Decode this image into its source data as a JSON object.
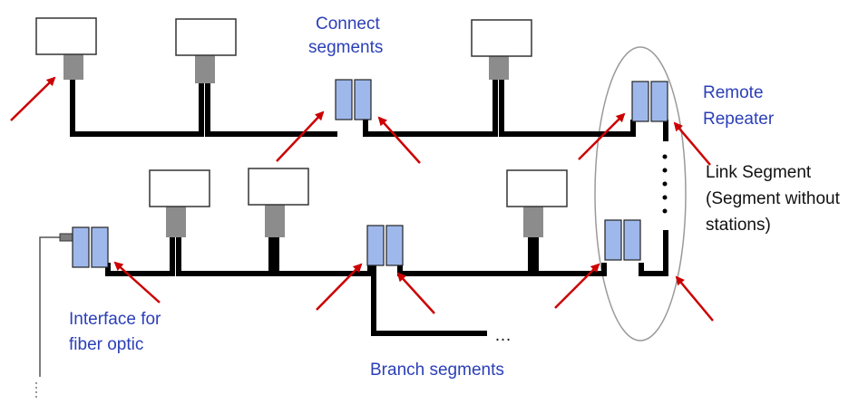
{
  "labels": {
    "connect_segments": [
      "Connect",
      "segments"
    ],
    "remote_repeater": [
      "Remote",
      "Repeater"
    ],
    "link_segment": [
      "Link Segment",
      "(Segment without",
      "stations)"
    ],
    "interface_fiber": [
      "Interface for",
      "fiber optic"
    ],
    "branch_segments": "Branch segments",
    "ellipsis": "…"
  },
  "colors": {
    "bus": "#000000",
    "station_fill": "#ffffff",
    "station_connector": "#8c8c8c",
    "repeater_fill": "#9fb8ec",
    "arrow": "#cc0000",
    "label_blue": "#2b3fb8",
    "ellipse": "#9a9a9a"
  }
}
